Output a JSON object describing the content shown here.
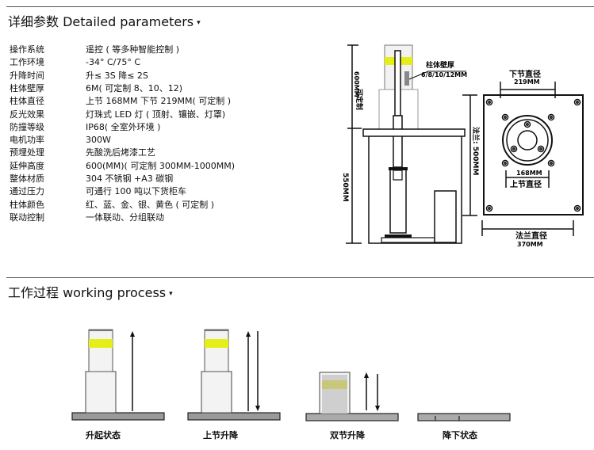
{
  "section1": {
    "title": "详细参数 Detailed parameters",
    "caret": "▾",
    "params": [
      {
        "label": "操作系统",
        "value": "遥控 ( 等多种智能控制 )"
      },
      {
        "label": "工作环境",
        "value": "-34° C/75° C"
      },
      {
        "label": "升降时间",
        "value": "升≤ 3S 降≤ 2S"
      },
      {
        "label": "柱体壁厚",
        "value": "6M( 可定制 8、10、12)"
      },
      {
        "label": "柱体直径",
        "value": "上节 168MM 下节 219MM( 可定制 )"
      },
      {
        "label": "反光效果",
        "value": "灯珠式 LED 灯 ( 顶射、镶嵌、灯罩)"
      },
      {
        "label": "防撞等级",
        "value": "IP68( 全室外环境 )"
      },
      {
        "label": "电机功率",
        "value": "300W"
      },
      {
        "label": "预埋处理",
        "value": "先酸洗后烤漆工艺"
      },
      {
        "label": "延伸高度",
        "value": "600(MM)( 可定制 300MM-1000MM)"
      },
      {
        "label": "整体材质",
        "value": "304 不锈钢 +A3 碳钢"
      },
      {
        "label": "通过压力",
        "value": "可通行 100 吨以下货柜车"
      },
      {
        "label": "柱体颜色",
        "value": "红、蓝、金、银、黄色 ( 可定制 )"
      },
      {
        "label": "联动控制",
        "value": "一体联动、分组联动"
      }
    ]
  },
  "drawing": {
    "dim_600": "600MM",
    "dim_600_note": "可定制",
    "dim_550": "550MM",
    "wall_label": "柱体壁厚",
    "wall_values": "6/8/10/12MM",
    "flange_side": "法兰: 500MM",
    "lower_dia_label": "下节直径",
    "lower_dia_value": "219MM",
    "upper_dia_value": "168MM",
    "upper_dia_label": "上节直径",
    "flange_dia_label": "法兰直径",
    "flange_dia_value": "370MM"
  },
  "section2": {
    "title": "工作过程 working process",
    "caret": "▾",
    "steps": [
      {
        "label": "升起状态"
      },
      {
        "label": "上节升降"
      },
      {
        "label": "双节升降"
      },
      {
        "label": "降下状态"
      }
    ]
  },
  "colors": {
    "yellow_band": "#e6ee1a",
    "base_gray": "#9a9a9a",
    "line": "#111111"
  }
}
